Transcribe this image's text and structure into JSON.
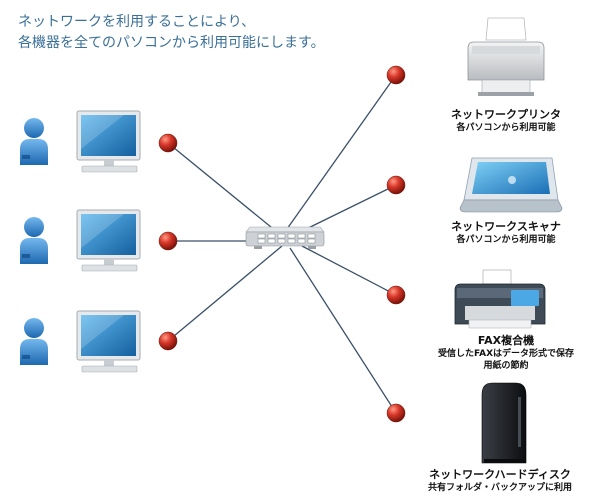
{
  "headline": {
    "line1": "ネットワークを利用することにより、",
    "line2": "各機器を全てのパソコンから利用可能にします。"
  },
  "computers": [
    {
      "icon": "user-pc-icon"
    },
    {
      "icon": "user-pc-icon"
    },
    {
      "icon": "user-pc-icon"
    }
  ],
  "hub": {
    "icon": "network-hub-icon"
  },
  "devices": [
    {
      "icon": "printer-icon",
      "name": "ネットワークプリンタ",
      "description": [
        "各パソコンから利用可能"
      ]
    },
    {
      "icon": "scanner-icon",
      "name": "ネットワークスキャナ",
      "description": [
        "各パソコンから利用可能"
      ]
    },
    {
      "icon": "fax-mfp-icon",
      "name": "FAX複合機",
      "description": [
        "受信したFAXはデータ形式で保存",
        "用紙の節約"
      ]
    },
    {
      "icon": "hard-disk-icon",
      "name": "ネットワークハードディスク",
      "description": [
        "共有フォルダ・バックアップに利用"
      ]
    }
  ],
  "colors": {
    "headline": "#3a6f98",
    "cable": "#3a5068",
    "connector": "#c0281e",
    "monitor": "#1f7fc4",
    "person": "#2d7fc6"
  }
}
